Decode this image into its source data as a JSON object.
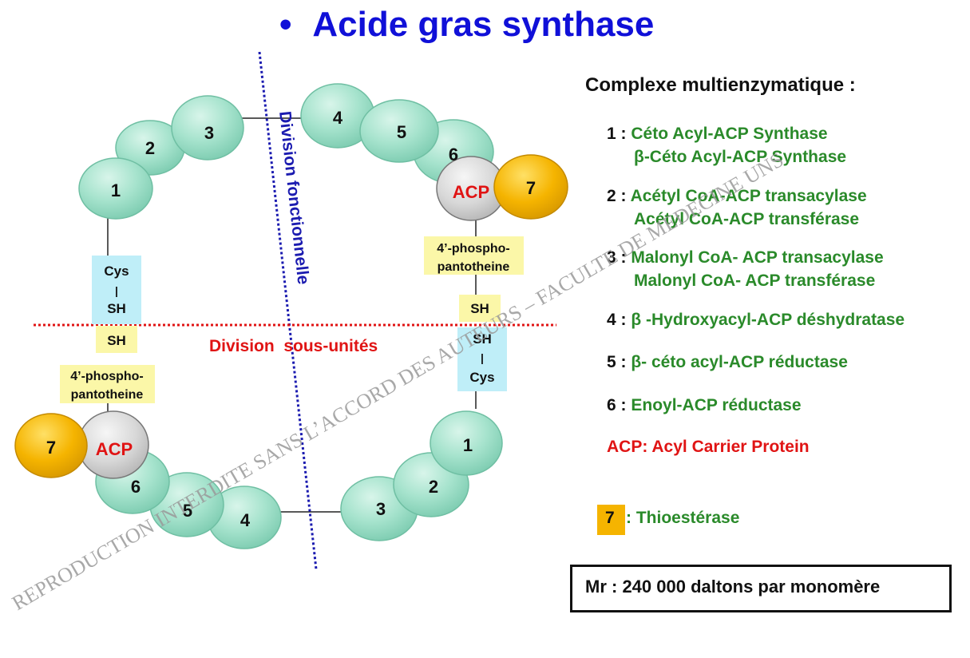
{
  "title": "Acide gras synthase",
  "title_bullet": "•",
  "legend": {
    "heading": "Complexe multienzymatique :",
    "items": [
      {
        "num": "1 :",
        "lines": [
          "Céto Acyl-ACP Synthase",
          "β-Céto Acyl-ACP Synthase"
        ]
      },
      {
        "num": "2 :",
        "lines": [
          "Acétyl CoA-ACP transacylase",
          "Acétyl CoA-ACP transférase"
        ]
      },
      {
        "num": "3 :",
        "lines": [
          "Malonyl CoA- ACP transacylase",
          "Malonyl CoA- ACP transférase"
        ]
      },
      {
        "num": "4 :",
        "lines": [
          "β -Hydroxyacyl-ACP déshydratase"
        ]
      },
      {
        "num": "5 :",
        "lines": [
          "β- céto acyl-ACP réductase"
        ]
      },
      {
        "num": "6 :",
        "lines": [
          "Enoyl-ACP réductase"
        ]
      }
    ],
    "acp_def": "ACP: Acyl Carrier Protein",
    "thio_num": "7",
    "thio_text": ": Thioestérase",
    "mr": "Mr : 240 000 daltons par monomère"
  },
  "diagram": {
    "division_functional": "Division fonctionnelle",
    "division_subunits": "Division  sous-unités",
    "acp": "ACP",
    "phospho_1": "4’-phospho-",
    "phospho_2": "pantotheine",
    "cys": "Cys",
    "sh": "SH",
    "dash": "|",
    "domains": [
      "1",
      "2",
      "3",
      "4",
      "5",
      "6",
      "7"
    ]
  },
  "watermark": "REPRODUCTION INTERDITE SANS L’ACCORD DES AUTEURS – FACULTE DE MEDECINE UNS",
  "colors": {
    "title": "#1010d8",
    "domain_fill": "#a6e3cd",
    "thioesterase_fill": "#f5b400",
    "acp_fill": "#dcdcdc",
    "acp_text": "#e01414",
    "cys_box": "#bfeef8",
    "sh_box": "#fbf7a8",
    "functional_line": "#1b1bb0",
    "subunit_line": "#e01414"
  }
}
